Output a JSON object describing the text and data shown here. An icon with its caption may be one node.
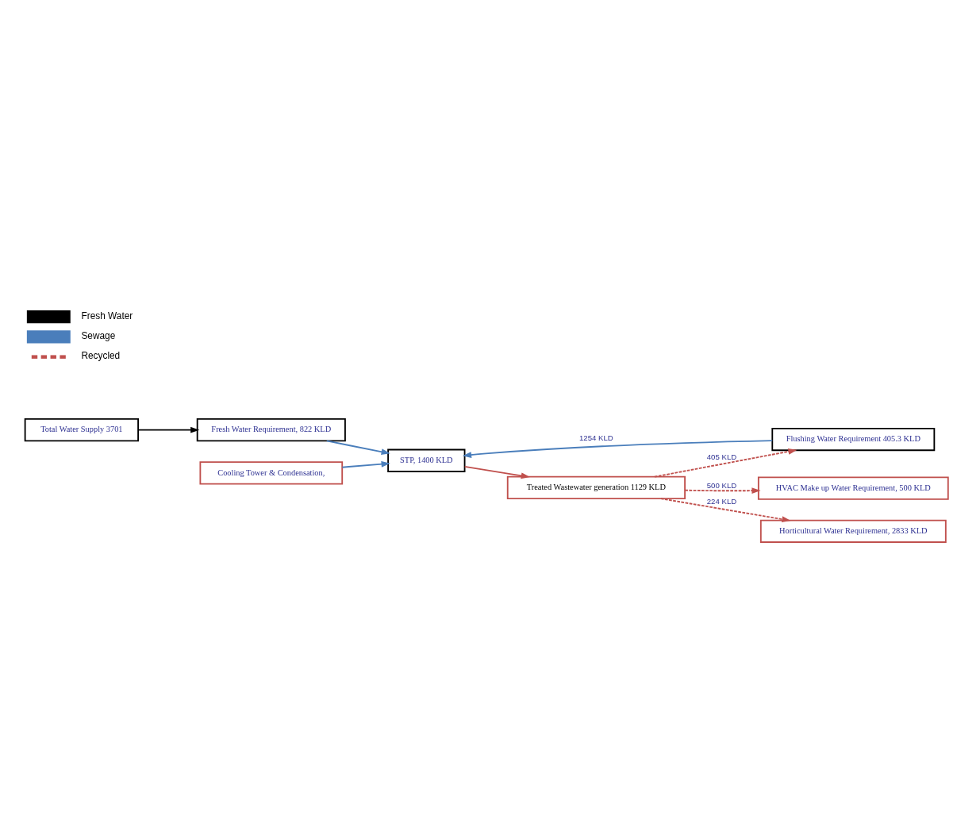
{
  "diagram": {
    "nodes": [
      {
        "text": [
          "Total Water Supply 3701"
        ]
      },
      {
        "text": [
          "Fresh Water Requirement, 822 KLD"
        ]
      },
      {
        "text": [
          "Flushing Water Requirement 405.3 KLD"
        ]
      },
      {
        "text": [
          "Cooling Tower & Condensation,"
        ]
      },
      {
        "text": [
          "HVAC Make up Water Requirement, 500 KLD"
        ]
      },
      {
        "text": [
          "Horticultural Water Requirement, 2833 KLD"
        ]
      },
      {
        "text": [
          "STP, 1400 KLD"
        ]
      },
      {
        "text": [
          "Treated Wastewater generation 1129 KLD"
        ]
      }
    ],
    "edges": [
      {
        "from": 0,
        "to": 1,
        "arrow": "to",
        "color": "#000000"
      },
      {
        "from": 1,
        "to": 6,
        "arrow": "to",
        "color": "#4a7ebb"
      },
      {
        "from": 2,
        "to": 6,
        "arrow": "to",
        "color": "#4a7ebb",
        "label": "1254 KLD"
      },
      {
        "from": 3,
        "to": 6,
        "arrow": "to",
        "color": "#4a7ebb"
      },
      {
        "from": 6,
        "to": 7,
        "arrow": "to"
      },
      {
        "from": 7,
        "to": 2,
        "arrow": "to",
        "style": "dashed",
        "label": "405 KLD"
      },
      {
        "from": 7,
        "to": 4,
        "arrow": "to",
        "style": "dashed",
        "label": "500 KLD"
      },
      {
        "from": 7,
        "to": 5,
        "arrow": "to",
        "style": "dashed",
        "label": "224 KLD"
      }
    ],
    "legend": [
      {
        "text": "Fresh Water"
      },
      {
        "text": "Sewage"
      },
      {
        "text": "Recycled"
      }
    ]
  }
}
